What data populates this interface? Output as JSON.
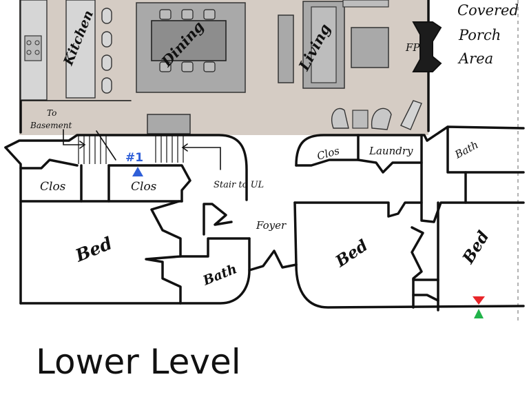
{
  "title": "Lower Level",
  "colors": {
    "upper_floor_fill": "#d5ccc4",
    "furniture": "#a9a9a9",
    "marker_blue": "#2f5fd8",
    "marker_red": "#e8262a",
    "marker_green": "#21b34a"
  },
  "rooms": {
    "kitchen": "Kitchen",
    "dining": "Dining",
    "living": "Living",
    "fireplace": "FP",
    "porch_line1": "Covered",
    "porch_line2": "Porch",
    "porch_line3": "Area",
    "to_basement_line1": "To",
    "to_basement_line2": "Basement",
    "closet_left": "Clos",
    "closet_center": "Clos",
    "stair_to_ul": "Stair to UL",
    "closet_right": "Clos",
    "laundry": "Laundry",
    "bath_top_right": "Bath",
    "foyer": "Foyer",
    "bed_left": "Bed",
    "bath_center": "Bath",
    "bed_center": "Bed",
    "bed_right": "Bed"
  },
  "markers": {
    "viewpoint_label": "#1"
  }
}
